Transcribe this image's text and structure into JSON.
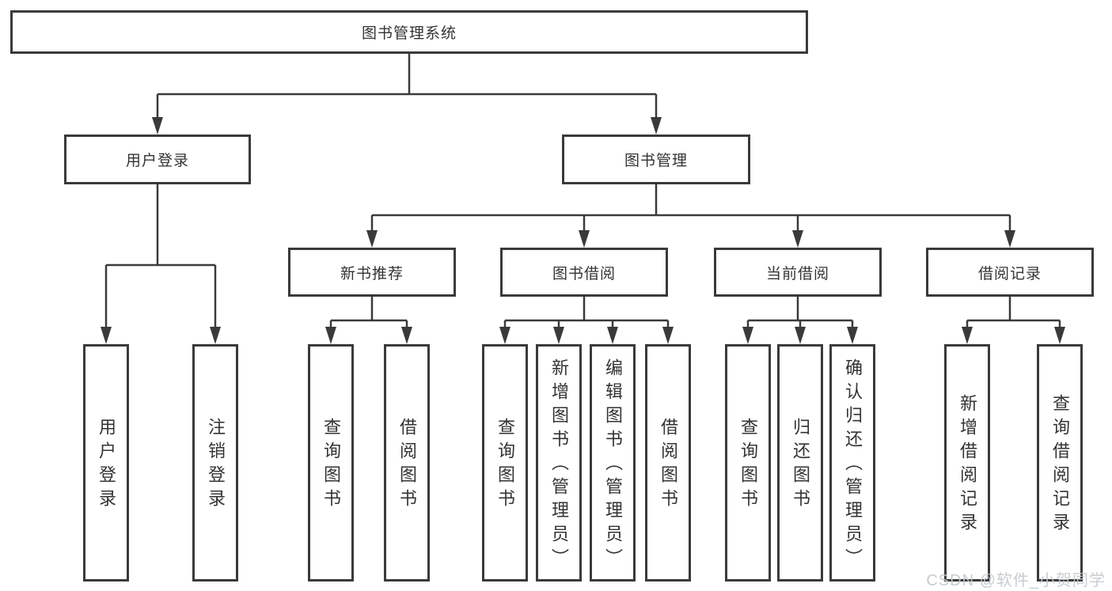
{
  "colors": {
    "line": "#3a3a3a",
    "box_border": "#3a3a3a",
    "text": "#333333",
    "watermark": "#c3c8cc",
    "background": "#ffffff"
  },
  "watermark": {
    "text": "CSDN @软件_小贺同学"
  },
  "nodes": {
    "root": {
      "label": "图书管理系统"
    },
    "user_login": {
      "label": "用户登录"
    },
    "book_management": {
      "label": "图书管理"
    },
    "new_book_recommend": {
      "label": "新书推荐"
    },
    "book_borrowing": {
      "label": "图书借阅"
    },
    "current_borrowing": {
      "label": "当前借阅"
    },
    "borrowing_records": {
      "label": "借阅记录"
    },
    "leaf_user_login": {
      "label": "用户登录"
    },
    "leaf_logout": {
      "label": "注销登录"
    },
    "leaf_recommend_query_books": {
      "label": "查询图书"
    },
    "leaf_recommend_borrow_books": {
      "label": "借阅图书"
    },
    "leaf_borrowing_query_books": {
      "label": "查询图书"
    },
    "leaf_borrowing_add_books": {
      "label": "新增图书（管理员）"
    },
    "leaf_borrowing_edit_books": {
      "label": "编辑图书（管理员）"
    },
    "leaf_borrowing_borrow_books": {
      "label": "借阅图书"
    },
    "leaf_current_query_books": {
      "label": "查询图书"
    },
    "leaf_current_return_books": {
      "label": "归还图书"
    },
    "leaf_current_confirm_return": {
      "label": "确认归还（管理员）"
    },
    "leaf_records_add_record": {
      "label": "新增借阅记录"
    },
    "leaf_records_query_record": {
      "label": "查询借阅记录"
    }
  }
}
